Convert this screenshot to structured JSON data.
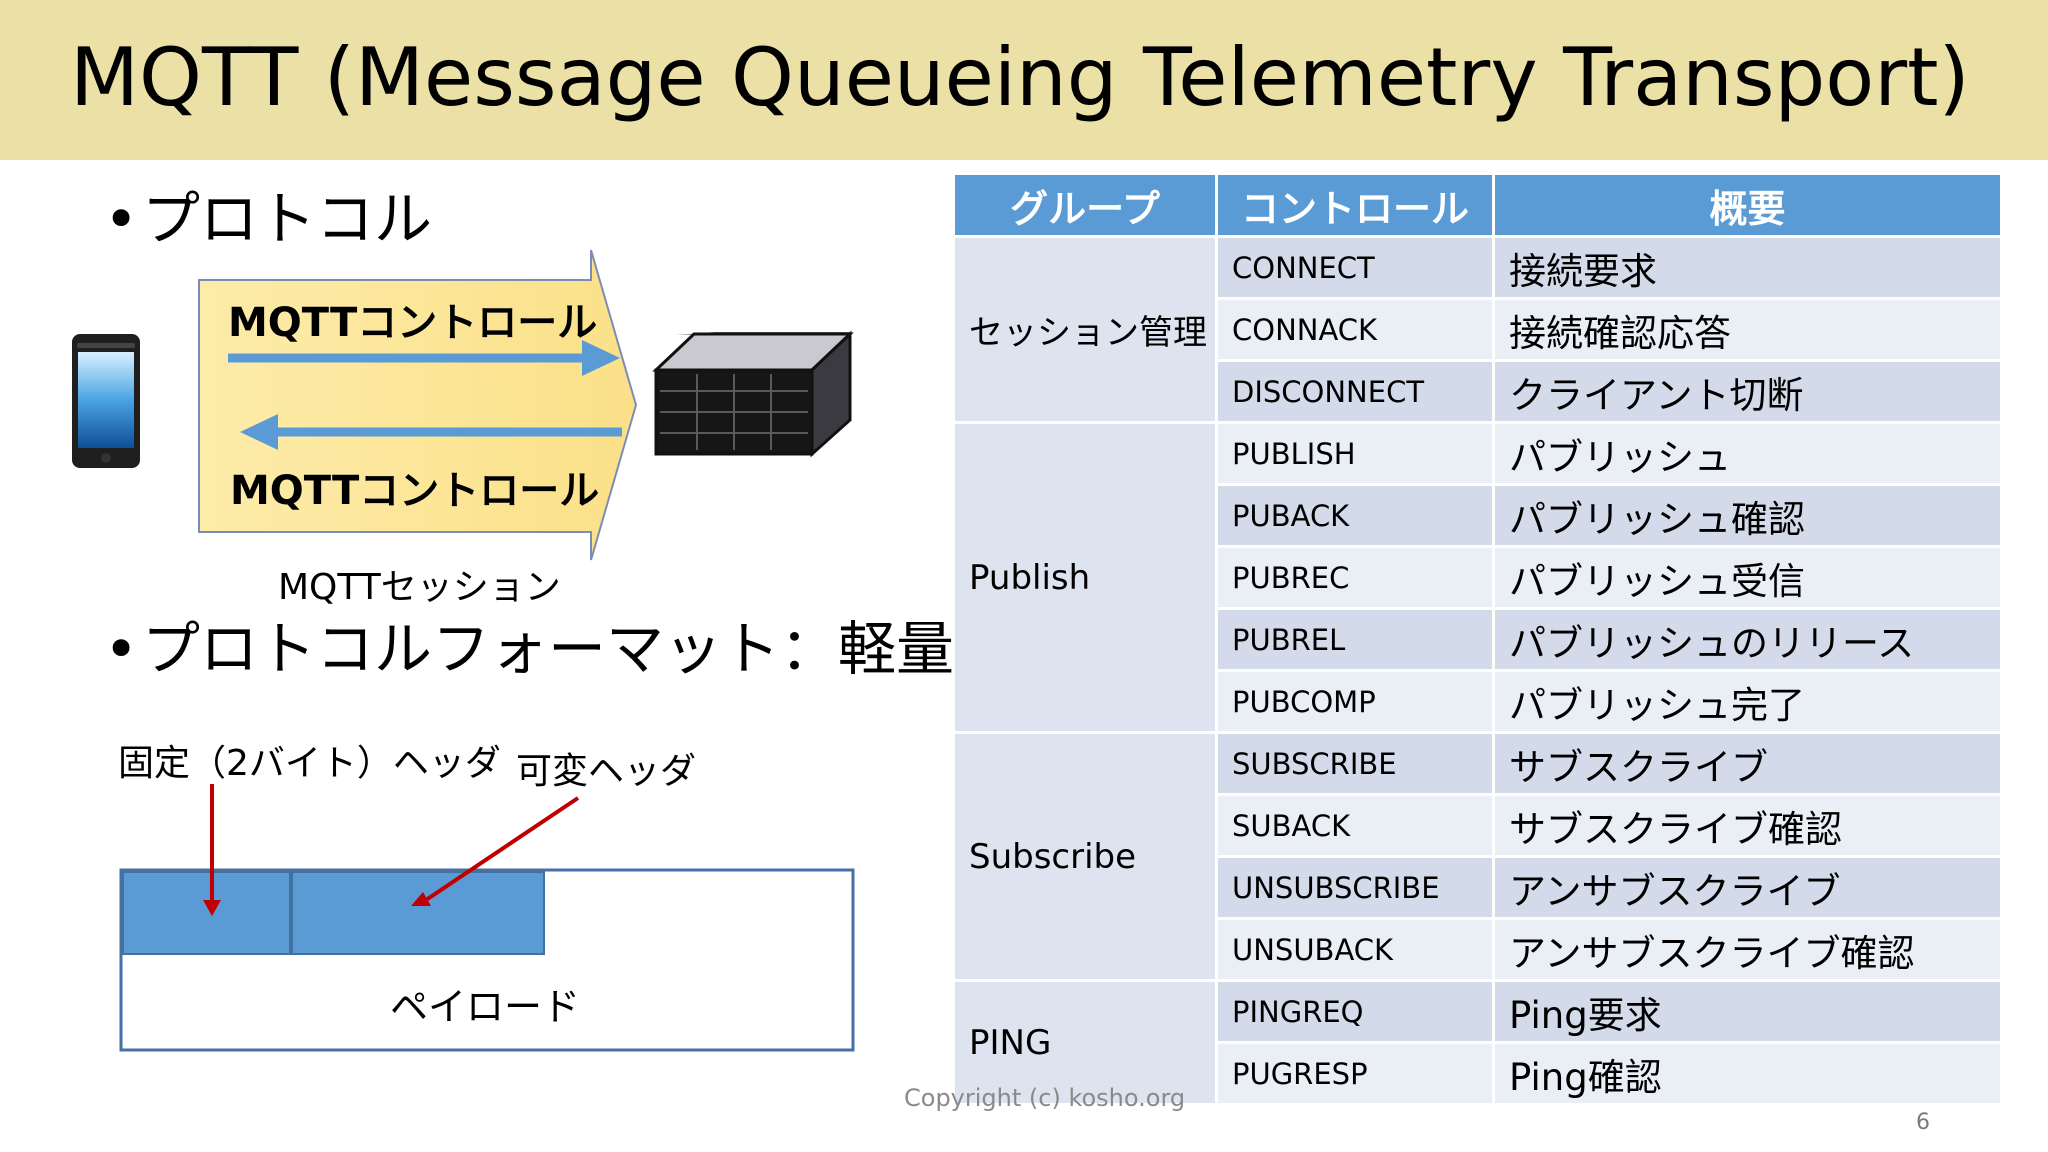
{
  "slide": {
    "title": "MQTT (Message Queueing Telemetry Transport)",
    "bullets": [
      "プロトコル",
      "プロトコルフォーマット：軽量"
    ],
    "bullet_symbol": "•",
    "diagram": {
      "arrow_top_label": "MQTTコントロール",
      "arrow_bottom_label": "MQTTコントロール",
      "session_label": "MQTTセッション",
      "client_icon": "smartphone-icon",
      "server_icon": "server-icon"
    },
    "format": {
      "fixed_header_label": "固定（2バイト）ヘッダ",
      "variable_header_label": "可変ヘッダ",
      "payload_label": "ペイロード"
    },
    "copyright": "Copyright (c) kosho.org",
    "page_number": "6"
  },
  "table": {
    "headers": [
      "グループ",
      "コントロール",
      "概要"
    ],
    "groups": [
      {
        "name": "セッション管理",
        "rows": [
          {
            "control": "CONNECT",
            "summary": "接続要求"
          },
          {
            "control": "CONNACK",
            "summary": "接続確認応答"
          },
          {
            "control": "DISCONNECT",
            "summary": "クライアント切断"
          }
        ]
      },
      {
        "name": "Publish",
        "rows": [
          {
            "control": "PUBLISH",
            "summary": "パブリッシュ"
          },
          {
            "control": "PUBACK",
            "summary": "パブリッシュ確認"
          },
          {
            "control": "PUBREC",
            "summary": "パブリッシュ受信"
          },
          {
            "control": "PUBREL",
            "summary": "パブリッシュのリリース"
          },
          {
            "control": "PUBCOMP",
            "summary": "パブリッシュ完了"
          }
        ]
      },
      {
        "name": "Subscribe",
        "rows": [
          {
            "control": "SUBSCRIBE",
            "summary": "サブスクライブ"
          },
          {
            "control": "SUBACK",
            "summary": "サブスクライブ確認"
          },
          {
            "control": "UNSUBSCRIBE",
            "summary": "アンサブスクライブ"
          },
          {
            "control": "UNSUBACK",
            "summary": "アンサブスクライブ確認"
          }
        ]
      },
      {
        "name": "PING",
        "rows": [
          {
            "control": "PINGREQ",
            "summary": "Ping要求"
          },
          {
            "control": "PUGRESP",
            "summary": "Ping確認"
          }
        ]
      }
    ]
  },
  "colors": {
    "title_bar": "#ebe0a6",
    "table_header": "#5b9bd5",
    "row_dark": "#d3dbea",
    "row_light": "#eaeef5",
    "session_fill": "#fbe599",
    "arrow_blue": "#5b9bd5",
    "pointer_red": "#c00000",
    "header_block": "#5b9bd5"
  }
}
